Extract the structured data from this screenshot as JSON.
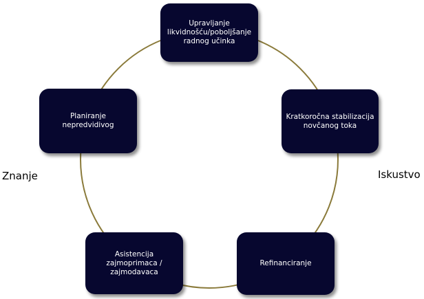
{
  "nodes": [
    {
      "label": "Upravljanje likvidnošću/poboljšanje radnog učinka"
    },
    {
      "label": "Kratkoročna stabilizacija novčanog toka"
    },
    {
      "label": "Refinanciranje"
    },
    {
      "label": "Asistencija zajmoprimaca / zajmodavaca"
    },
    {
      "label": "Planiranje nepredvidivog"
    }
  ],
  "side_labels": {
    "left": "Znanje",
    "right": "Iskustvo"
  },
  "colors": {
    "box": "#07072f",
    "ring": "#8a7a3a",
    "text_on_box": "#ffffff"
  }
}
